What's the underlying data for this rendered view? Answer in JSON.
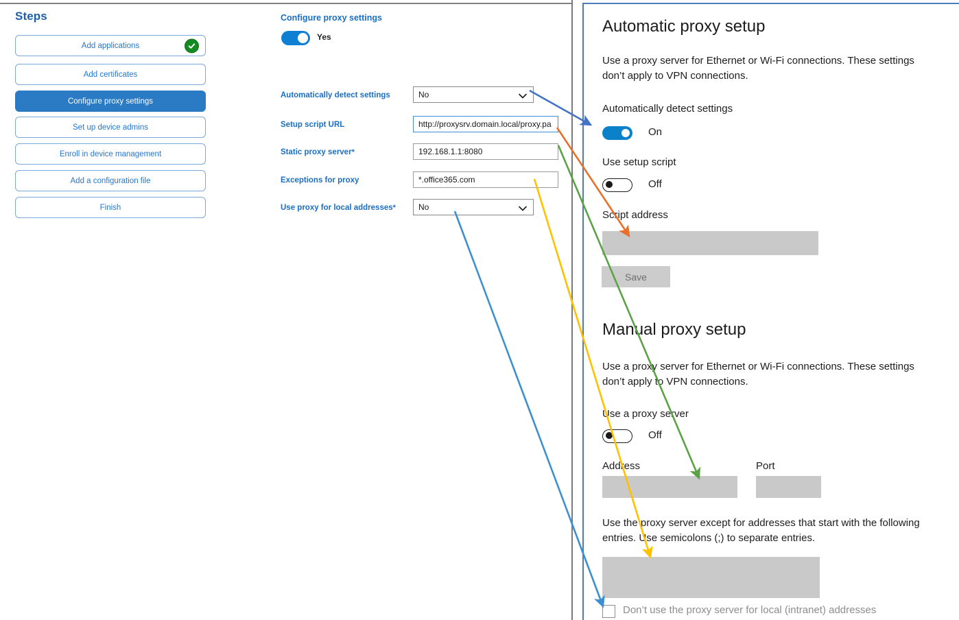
{
  "steps_panel": {
    "title": "Steps",
    "items": [
      {
        "label": "Add applications",
        "state": "complete"
      },
      {
        "label": "Add certificates",
        "state": "pending"
      },
      {
        "label": "Configure proxy settings",
        "state": "active"
      },
      {
        "label": "Set up device admins",
        "state": "pending"
      },
      {
        "label": "Enroll in device management",
        "state": "pending"
      },
      {
        "label": "Add a configuration file",
        "state": "pending"
      },
      {
        "label": "Finish",
        "state": "pending"
      }
    ]
  },
  "form": {
    "heading": "Configure proxy settings",
    "enable_toggle": {
      "state": "Yes",
      "on": true
    },
    "fields": [
      {
        "label": "Automatically detect settings",
        "required": false,
        "type": "select",
        "value": "No"
      },
      {
        "label": "Setup script URL",
        "required": false,
        "type": "text",
        "value": "http://proxysrv.domain.local/proxy.pa",
        "focused": true
      },
      {
        "label": "Static proxy server",
        "required": true,
        "type": "text",
        "value": "192.168.1.1:8080"
      },
      {
        "label": "Exceptions for proxy",
        "required": false,
        "type": "text",
        "value": "*.office365.com"
      },
      {
        "label": "Use proxy for local addresses",
        "required": true,
        "type": "select",
        "value": "No"
      }
    ],
    "required_marker": "*"
  },
  "settings": {
    "automatic": {
      "heading": "Automatic proxy setup",
      "description": "Use a proxy server for Ethernet or Wi-Fi connections. These settings don’t apply to VPN connections.",
      "auto_detect_label": "Automatically detect settings",
      "auto_detect_state": "On",
      "setup_script_label": "Use setup script",
      "setup_script_state": "Off",
      "script_address_label": "Script address",
      "script_address_value": "",
      "save_label": "Save"
    },
    "manual": {
      "heading": "Manual proxy setup",
      "description": "Use a proxy server for Ethernet or Wi-Fi connections. These settings don’t apply to VPN connections.",
      "use_proxy_label": "Use a proxy server",
      "use_proxy_state": "Off",
      "address_label": "Address",
      "address_value": "",
      "port_label": "Port",
      "port_value": "",
      "exceptions_description": "Use the proxy server except for addresses that start with the following entries. Use semicolons (;) to separate entries.",
      "exceptions_value": "",
      "bypass_local_label": "Don’t use the proxy server for local (intranet) addresses",
      "bypass_local_checked": false
    }
  },
  "annotations": {
    "arrows": [
      {
        "name": "auto-detect-mapping",
        "color": "#4472c4",
        "from": "Automatically detect settings dropdown",
        "to": "Automatically detect settings toggle"
      },
      {
        "name": "setup-script-url-mapping",
        "color": "#e8702a",
        "from": "Setup script URL field",
        "to": "Script address box"
      },
      {
        "name": "static-proxy-server-mapping",
        "color": "#5ba246",
        "from": "Static proxy server field",
        "to": "Address box"
      },
      {
        "name": "exceptions-mapping",
        "color": "#ffc000",
        "from": "Exceptions for proxy field",
        "to": "Exceptions box"
      },
      {
        "name": "local-addresses-mapping",
        "color": "#3c8fd0",
        "from": "Use proxy for local addresses dropdown",
        "to": "Don’t use the proxy server for local (intranet) addresses checkbox"
      }
    ]
  },
  "colors": {
    "accent_blue": "#2b7ac4",
    "link_blue": "#2477cf",
    "toggle_on": "#0a81c8",
    "complete_green": "#148a23",
    "panel_border": "#4a7ebb"
  }
}
